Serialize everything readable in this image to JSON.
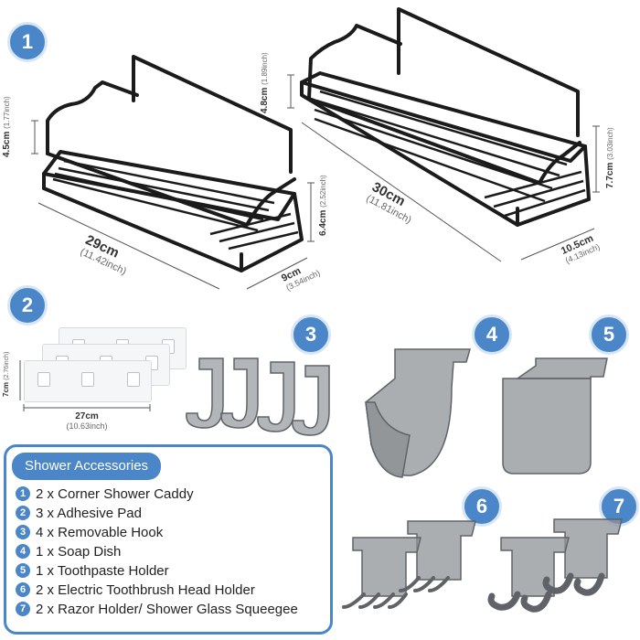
{
  "badges": [
    "1",
    "2",
    "3",
    "4",
    "5",
    "6",
    "7"
  ],
  "caddy_small": {
    "height_cm": "4.5cm",
    "height_in": "(1.77inch)",
    "length_cm": "29cm",
    "length_in": "(11.42inch)",
    "depth_cm": "9cm",
    "depth_in": "(3.54inch)",
    "rail_cm": "6.4cm",
    "rail_in": "(2.52inch)"
  },
  "caddy_large": {
    "height_cm": "4.8cm",
    "height_in": "(1.89inch)",
    "length_cm": "30cm",
    "length_in": "(11.81inch)",
    "side_cm": "7.7cm",
    "side_in": "(3.03inch)",
    "depth_cm": "10.5cm",
    "depth_in": "(4.13inch)"
  },
  "pad": {
    "height_cm": "7cm",
    "height_in": "(2.76inch)",
    "width_cm": "27cm",
    "width_in": "(10.63inch)"
  },
  "legend": {
    "title": "Shower Accessories",
    "items": [
      {
        "num": "1",
        "text": "2 x Corner Shower Caddy"
      },
      {
        "num": "2",
        "text": "3 x Adhesive Pad"
      },
      {
        "num": "3",
        "text": "4 x Removable Hook"
      },
      {
        "num": "4",
        "text": "1 x Soap Dish"
      },
      {
        "num": "5",
        "text": "1 x Toothpaste Holder"
      },
      {
        "num": "6",
        "text": "2 x Electric Toothbrush Head Holder"
      },
      {
        "num": "7",
        "text": "2 x Razor Holder/ Shower Glass Squeegee"
      }
    ]
  },
  "colors": {
    "accent": "#4a86c8",
    "metal": "#1b1b1b",
    "plastic": "#8f9397"
  }
}
